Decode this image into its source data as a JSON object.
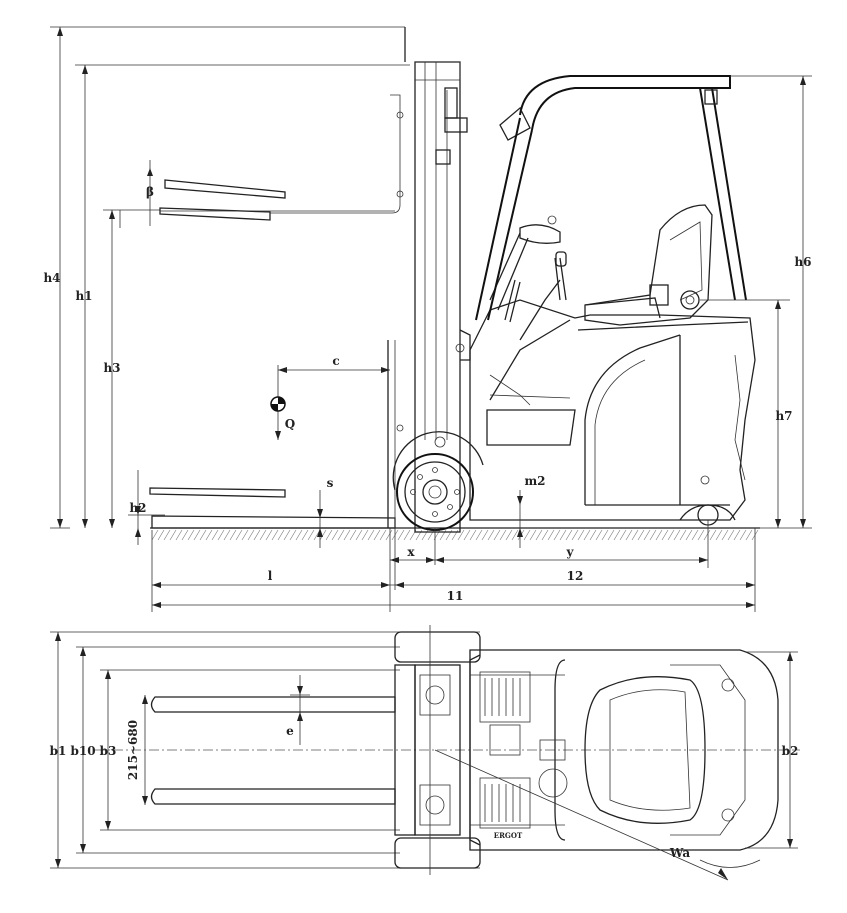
{
  "side_view": {
    "labels": {
      "h4": "h4",
      "h1": "h1",
      "h3": "h3",
      "h2": "h2",
      "h6": "h6",
      "h7": "h7",
      "c": "c",
      "Q": "Q",
      "s": "s",
      "m2": "m2",
      "beta": "β",
      "x": "x",
      "y": "y",
      "l": "l",
      "l2": "12",
      "l1": "11"
    }
  },
  "top_view": {
    "labels": {
      "b1": "b1",
      "b10": "b10",
      "b3": "b3",
      "fork_spread": "215~680",
      "e": "e",
      "b2": "b2",
      "wa": "Wa"
    },
    "seat_text": "ERGOT"
  }
}
